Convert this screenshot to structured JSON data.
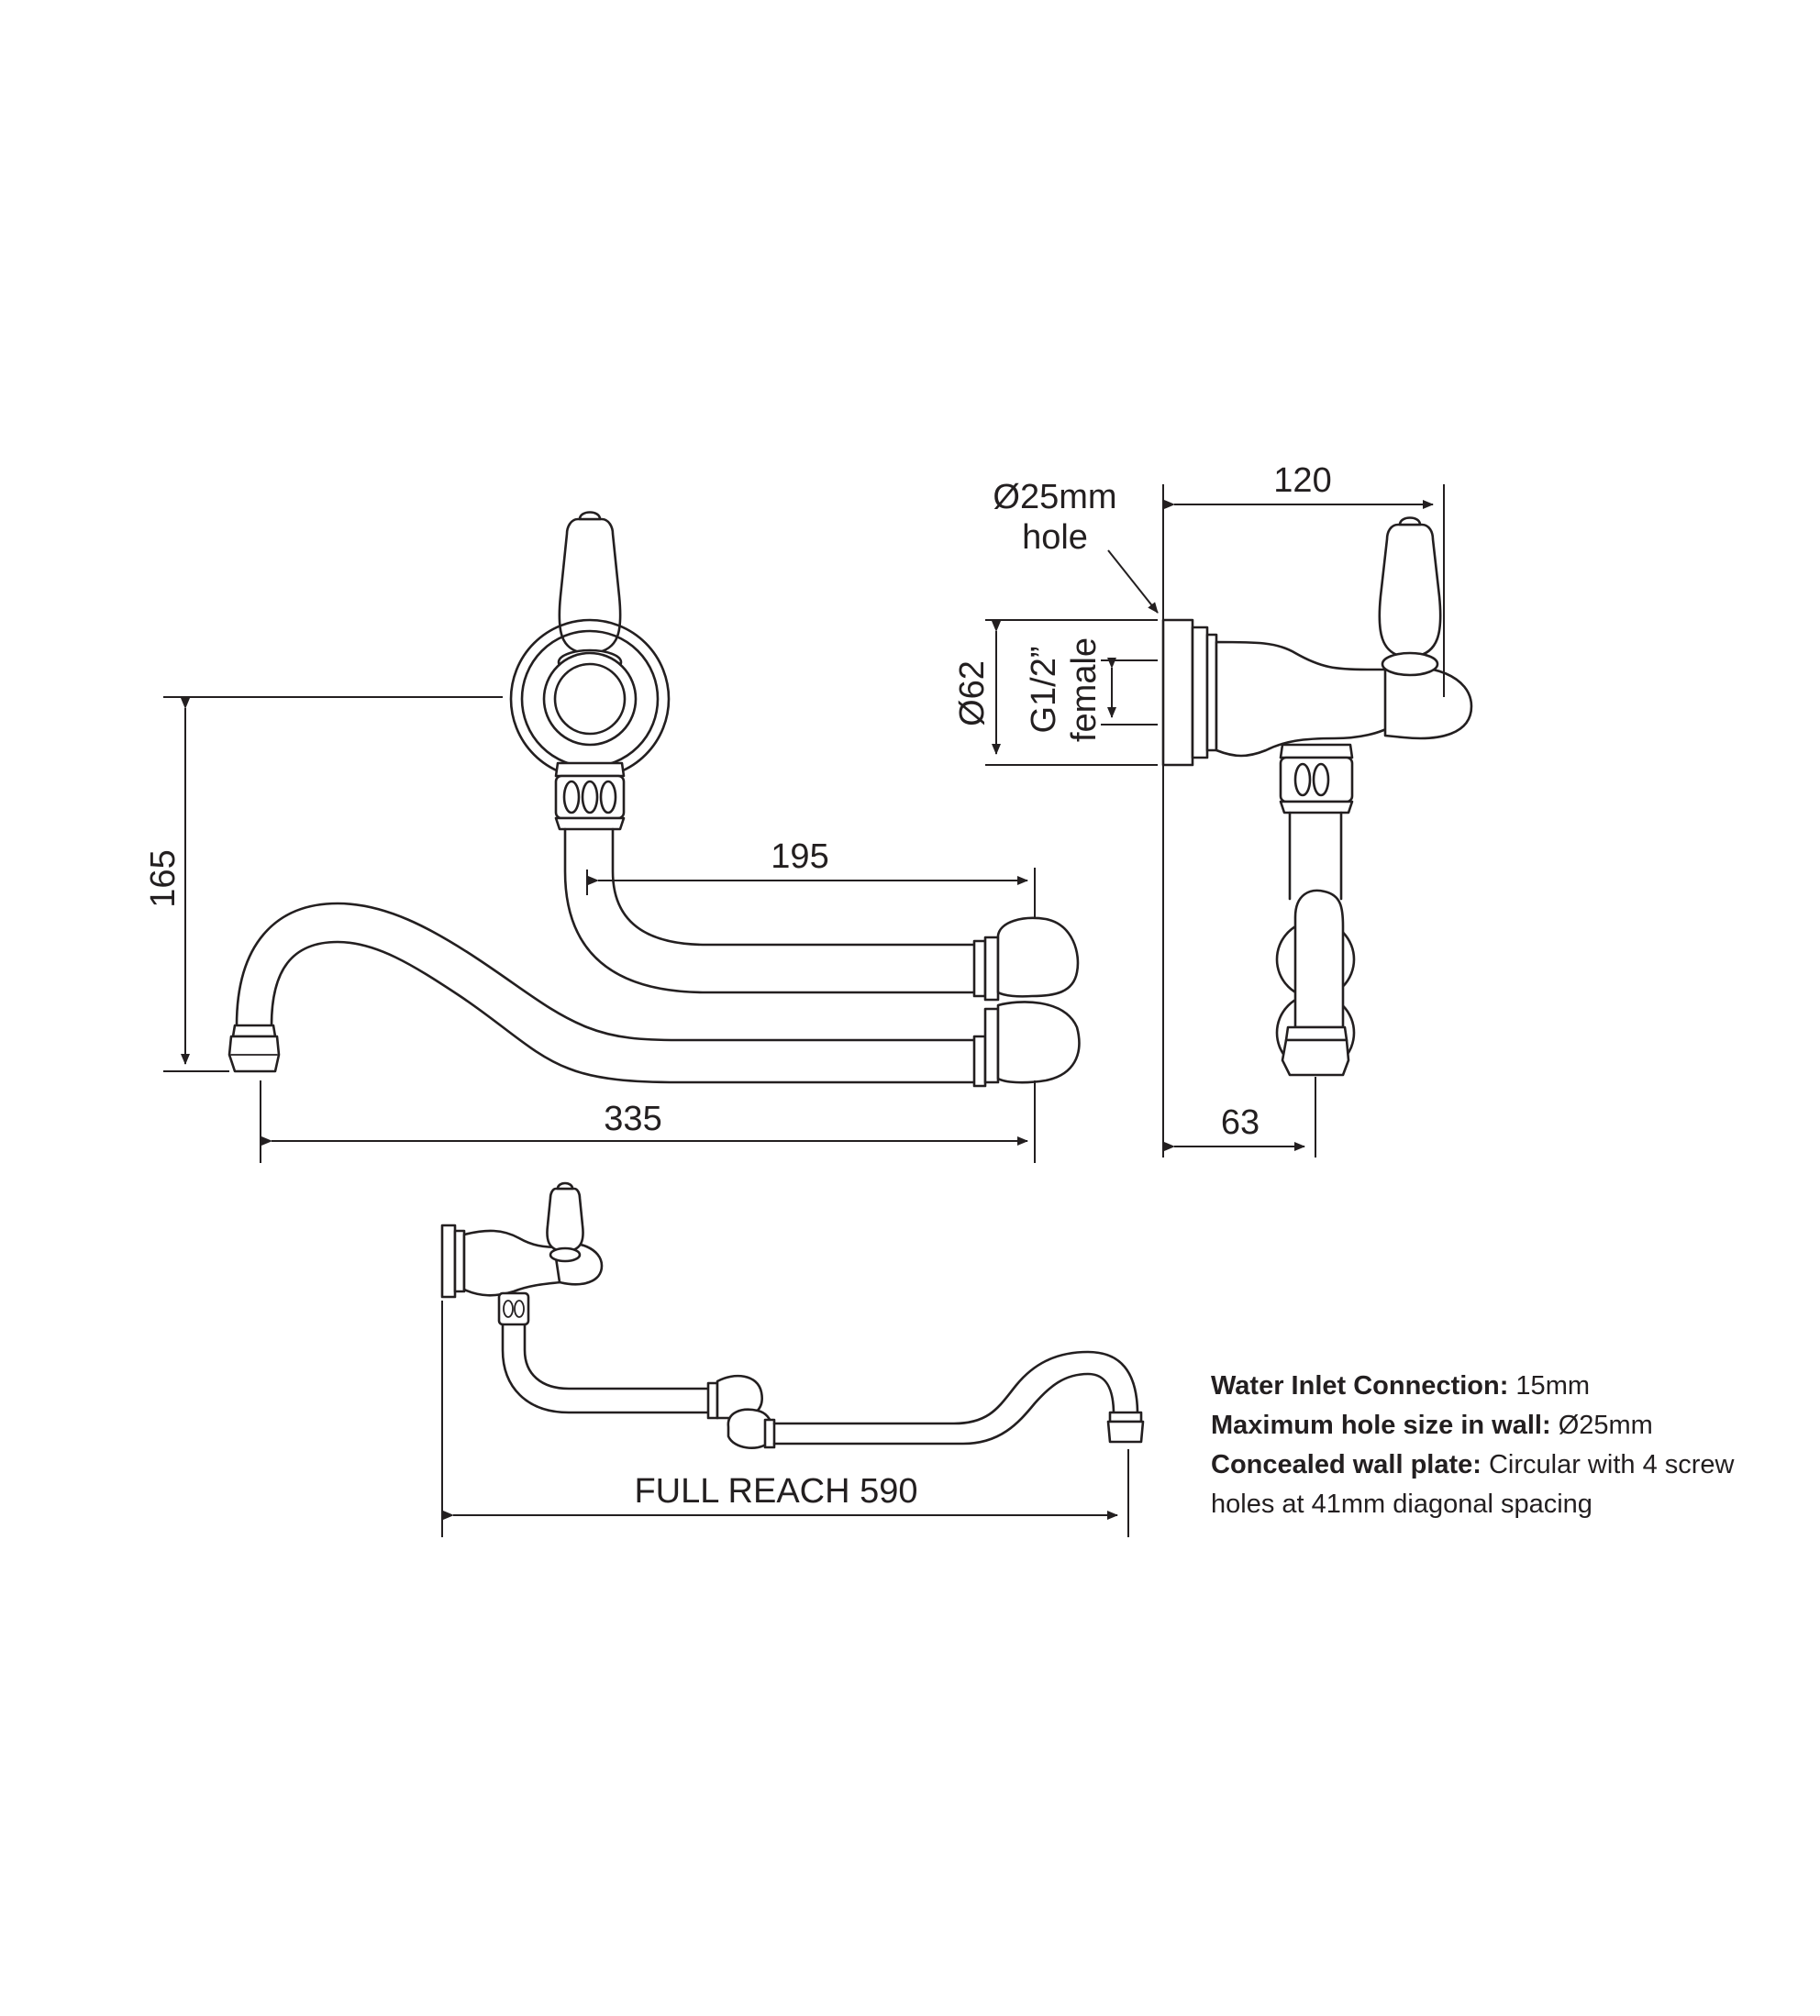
{
  "front_view": {
    "dim_height": "165",
    "dim_arm": "195",
    "dim_spout": "335"
  },
  "side_view": {
    "dim_depth": "120",
    "dim_outlet": "63",
    "hole_label_line1": "Ø25mm",
    "hole_label_line2": "hole",
    "plate_diameter": "Ø62",
    "thread_line1": "G1/2”",
    "thread_line2": "female"
  },
  "plan_view": {
    "full_reach": "FULL REACH 590"
  },
  "specs": [
    {
      "label": "Water Inlet Connection:",
      "value": " 15mm"
    },
    {
      "label": "Maximum hole size in wall:",
      "value": " Ø25mm"
    },
    {
      "label": "Concealed wall plate:",
      "value": " Circular with 4 screw holes at 41mm diagonal spacing"
    }
  ]
}
